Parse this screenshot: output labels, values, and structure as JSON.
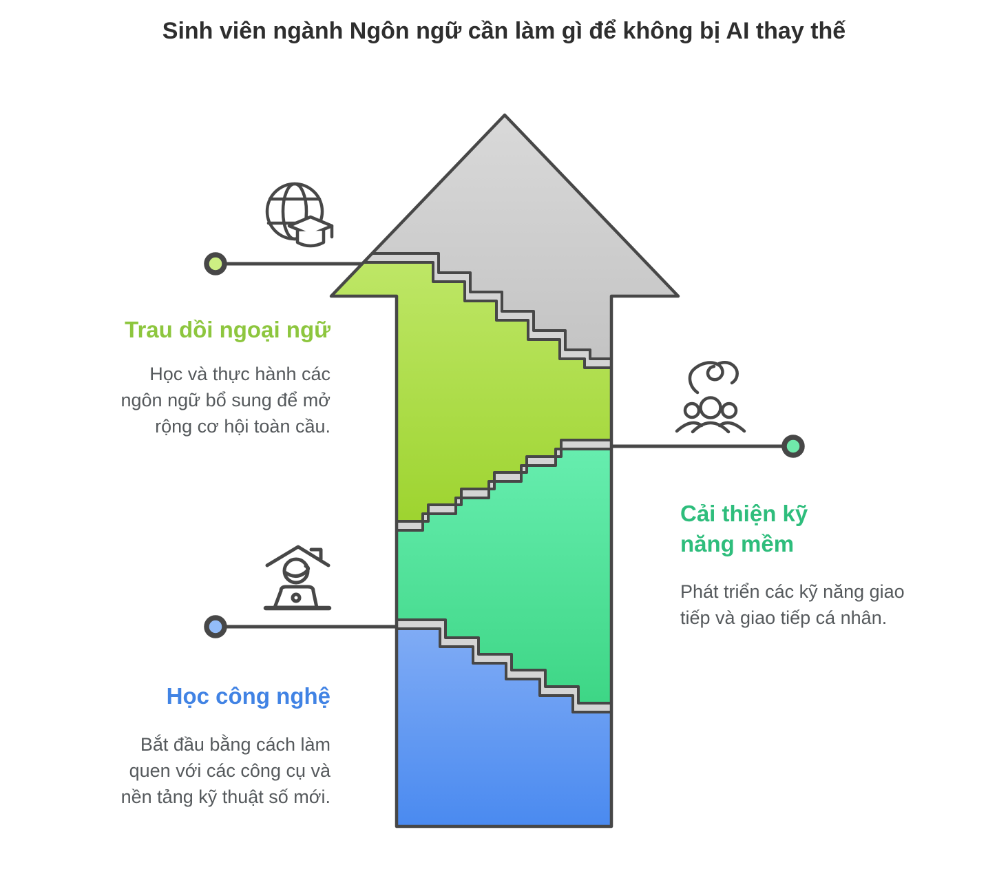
{
  "title": "Sinh viên ngành Ngôn ngữ cần làm gì để không bị AI thay thế",
  "callouts": [
    {
      "id": "foreign-language",
      "title_lines": [
        "Trau dồi ngoại ngữ"
      ],
      "desc_lines": [
        "Học và thực hành các",
        "ngôn ngữ bổ sung để mở",
        "rộng cơ hội toàn cầu."
      ],
      "accent_color": "#8dc63e",
      "icon": "globe-graduation-icon",
      "dot_color": "#cdef83"
    },
    {
      "id": "soft-skills",
      "title_lines": [
        "Cải thiện kỹ",
        "năng mềm"
      ],
      "desc_lines": [
        "Phát triển các kỹ năng giao",
        "tiếp và giao tiếp cá nhân."
      ],
      "accent_color": "#2ebd7c",
      "icon": "mentoring-people-icon",
      "dot_color": "#70e9ab"
    },
    {
      "id": "technology",
      "title_lines": [
        "Học công nghệ"
      ],
      "desc_lines": [
        "Bắt đầu bằng cách làm",
        "quen với các công cụ và",
        "nền tảng kỹ thuật số mới."
      ],
      "accent_color": "#4183e4",
      "icon": "remote-work-icon",
      "dot_color": "#93bcf9"
    }
  ],
  "diagram": {
    "type": "staircase-arrow",
    "sections": [
      {
        "label": "arrow-head",
        "color_top": "#d9d9d9",
        "color_bottom": "#c3c3c3"
      },
      {
        "label": "foreign-language",
        "color_top": "#bfe768",
        "color_bottom": "#9cd32d"
      },
      {
        "label": "soft-skills",
        "color_top": "#68eeb0",
        "color_bottom": "#3cd584"
      },
      {
        "label": "technology",
        "color_top": "#82adf5",
        "color_bottom": "#4a8af0"
      }
    ],
    "outline_color": "#474747",
    "step_tread_color": "#d4d4d4"
  },
  "text_colors": {
    "title": "#2e2e2e",
    "description": "#55595c"
  }
}
